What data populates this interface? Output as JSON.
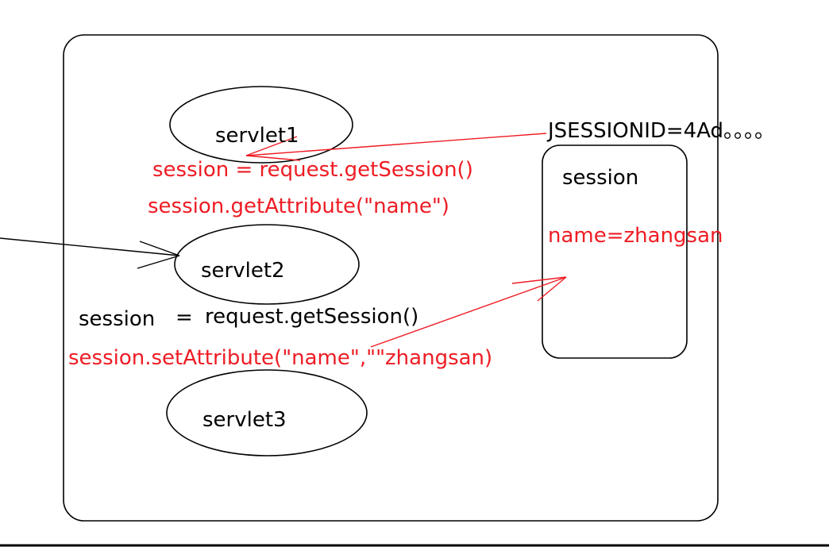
{
  "colors": {
    "ink": "#000000",
    "accent": "#ee1c24"
  },
  "nodes": {
    "servlet1": "servlet1",
    "servlet2": "servlet2",
    "servlet3": "servlet3",
    "session_box": "session"
  },
  "labels": {
    "jsessionid": "JSESSIONID=4Ad。。。。",
    "s1_get_session": "session = request.getSession()",
    "s1_get_attr": "session.getAttribute(\"name\")",
    "s2_session_word": "session",
    "s2_equals": "=",
    "s2_request": "request.getSession()",
    "s2_set_attr": "session.setAttribute(\"name\",\"\"zhangsan)",
    "session_value": "name=zhangsan"
  }
}
